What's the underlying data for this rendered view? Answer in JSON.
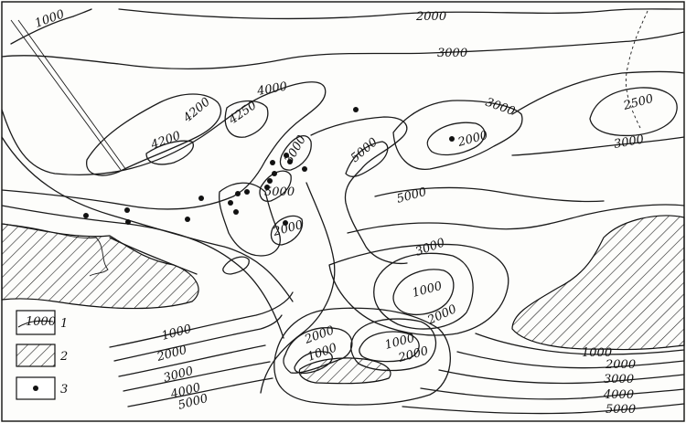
{
  "map": {
    "contour_labels": {
      "c1000_top": "1000",
      "c2000_top": "2000",
      "c3000_top": "3000",
      "c4000": "4000",
      "c4200_a": "4200",
      "c4200_b": "4200",
      "c4250": "4250",
      "c3000_center": "3000",
      "c5000_center": "5000",
      "c5000_a": "5000",
      "c2000_center": "2000",
      "c3000_right": "3000",
      "c2000_right": "2000",
      "c2500": "2500",
      "c3000_far": "3000",
      "c5000_b": "5000",
      "c3000_mid": "3000",
      "c1000_mid": "1000",
      "c2000_mid": "2000",
      "c2000_low": "2000",
      "c1000_low": "1000",
      "c1000_low2": "1000",
      "c2000_low2": "2000",
      "sw1000": "1000",
      "sw2000": "2000",
      "sw3000": "3000",
      "sw4000": "4000",
      "sw5000": "5000",
      "se1000": "1000",
      "se2000": "2000",
      "se3000": "3000",
      "se4000": "4000",
      "se5000": "5000"
    },
    "legend": [
      {
        "sample": "1000",
        "number": "1"
      },
      {
        "number": "2"
      },
      {
        "number": "3"
      }
    ]
  }
}
